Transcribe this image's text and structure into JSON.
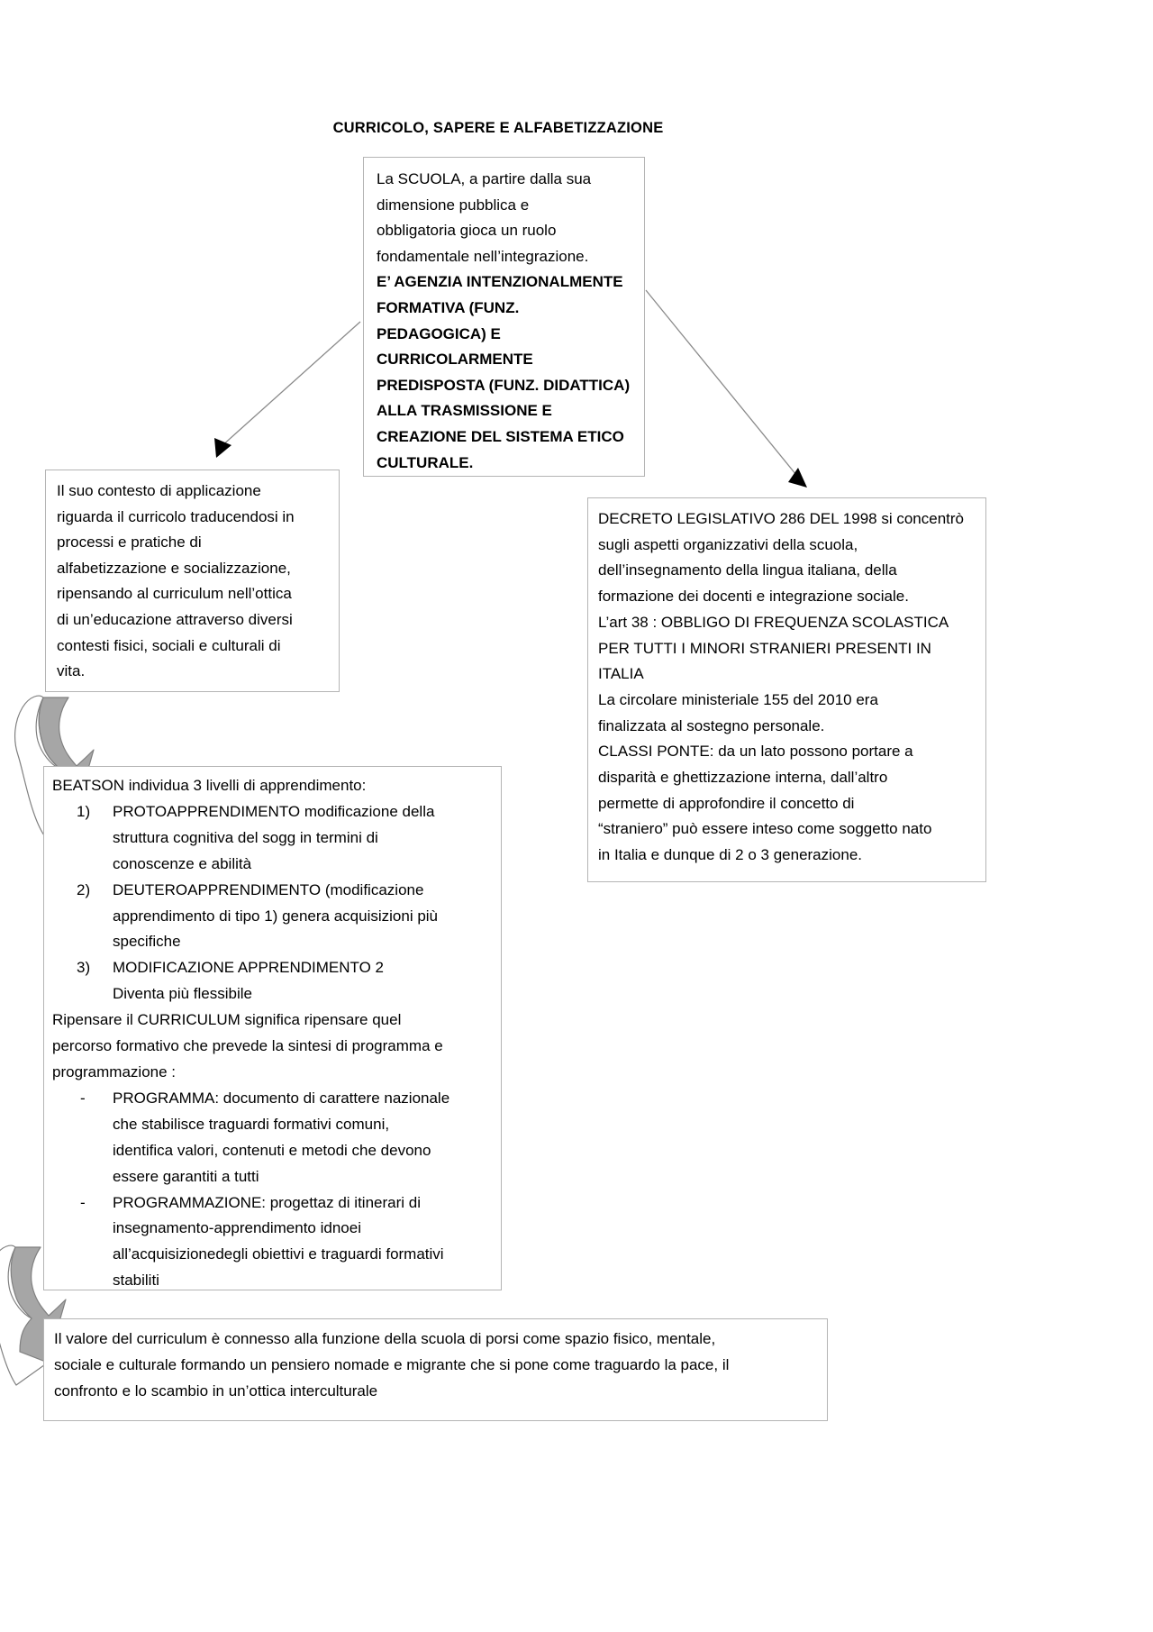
{
  "document": {
    "title": "CURRICOLO, SAPERE E ALFABETIZZAZIONE"
  },
  "boxes": {
    "scuola": {
      "name": "scuola-box",
      "plain_lines": [
        "La SCUOLA, a partire dalla sua",
        "dimensione pubblica e",
        "obbligatoria gioca un ruolo",
        "fondamentale nell’integrazione."
      ],
      "bold_lines": [
        "E’ AGENZIA INTENZIONALMENTE",
        "FORMATIVA (FUNZ.",
        "PEDAGOGICA) E",
        "CURRICOLARMENTE",
        "PREDISPOSTA (FUNZ. DIDATTICA)",
        "ALLA TRASMISSIONE E",
        "CREAZIONE DEL SISTEMA ETICO",
        "CULTURALE."
      ]
    },
    "contesto": {
      "name": "contesto-box",
      "lines": [
        "Il suo contesto di applicazione",
        "riguarda il curricolo traducendosi in",
        "processi e pratiche di",
        "alfabetizzazione e socializzazione,",
        "ripensando al curriculum nell’ottica",
        "di un’educazione attraverso diversi",
        "contesti fisici, sociali e culturali di",
        "vita."
      ]
    },
    "decreto": {
      "name": "decreto-box",
      "lines": [
        "DECRETO LEGISLATIVO 286 DEL 1998 si concentrò",
        "sugli aspetti organizzativi della scuola,",
        "dell’insegnamento della lingua italiana, della",
        "formazione dei docenti e integrazione sociale.",
        "L’art 38 : OBBLIGO DI FREQUENZA SCOLASTICA",
        "PER TUTTI I MINORI STRANIERI PRESENTI IN",
        "ITALIA",
        "La circolare ministeriale 155 del 2010 era",
        "finalizzata al sostegno personale.",
        "CLASSI PONTE: da un lato possono portare a",
        "disparità e ghettizzazione interna, dall’altro",
        "permette di approfondire il concetto di",
        "“straniero” può essere inteso come soggetto nato",
        "in Italia e dunque di 2 o 3 generazione."
      ]
    },
    "beatson": {
      "name": "beatson-box",
      "intro": "BEATSON individua 3 livelli di apprendimento:",
      "numbered": [
        {
          "marker": "1)",
          "lines": [
            "PROTOAPPRENDIMENTO modificazione della",
            "struttura cognitiva del sogg in termini di",
            "conoscenze e abilità"
          ]
        },
        {
          "marker": "2)",
          "lines": [
            "DEUTEROAPPRENDIMENTO (modificazione",
            "apprendimento di tipo 1) genera acquisizioni più",
            "specifiche"
          ]
        },
        {
          "marker": "3)",
          "lines": [
            "MODIFICAZIONE APPRENDIMENTO 2",
            "Diventa più flessibile"
          ]
        }
      ],
      "middle_lines": [
        "Ripensare il CURRICULUM significa ripensare quel",
        "percorso formativo che prevede la sintesi di programma e",
        "programmazione :"
      ],
      "dashed": [
        {
          "marker": "-",
          "lines": [
            "PROGRAMMA: documento di carattere nazionale",
            "che stabilisce traguardi formativi comuni,",
            "identifica valori, contenuti e metodi che devono",
            "essere garantiti a tutti"
          ]
        },
        {
          "marker": "-",
          "lines": [
            "PROGRAMMAZIONE: progettaz di itinerari di",
            "insegnamento-apprendimento idnoei",
            "all’acquisizionedegli obiettivi e traguardi formativi",
            "stabiliti"
          ]
        }
      ]
    },
    "valore": {
      "name": "valore-box",
      "lines": [
        "Il valore del curriculum è connesso alla funzione della scuola di porsi come spazio fisico, mentale,",
        "sociale e culturale formando un pensiero nomade e migrante che si pone come traguardo la pace, il",
        "confronto e lo scambio in un’ottica interculturale"
      ]
    }
  },
  "connectors": {
    "arrow_scuola_to_contesto": "straight-arrow-down-left",
    "arrow_scuola_to_decreto": "straight-arrow-down-right",
    "arrow_contesto_to_beatson": "curved-arrow-down",
    "arrow_beatson_to_valore": "curved-arrow-down"
  },
  "colors": {
    "text": "#000000",
    "box_border": "#b4b4b4",
    "arrow_line": "#808080",
    "arrow_head": "#000000",
    "curved_arrow_fill": "#a6a6a6",
    "curved_arrow_stroke": "#7f7f7f",
    "background": "#ffffff"
  }
}
